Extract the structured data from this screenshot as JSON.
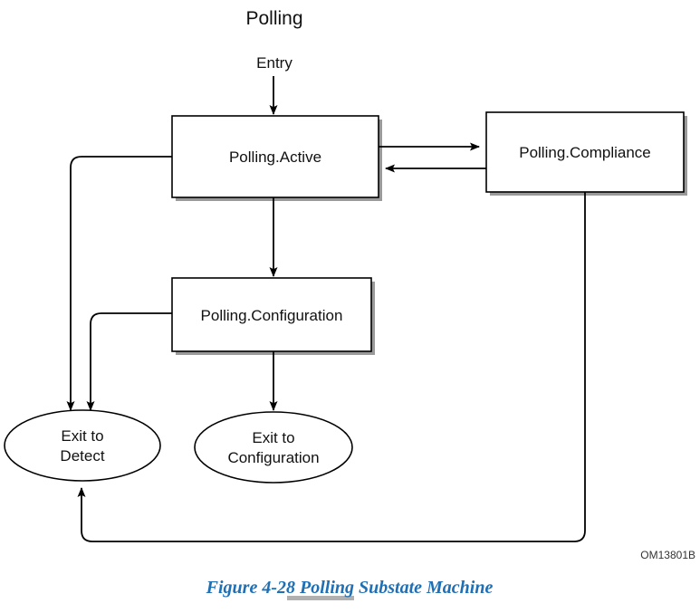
{
  "figure": {
    "title": "Polling",
    "entry_label": "Entry",
    "figure_id": "OM13801B",
    "caption_prefix": "Figure  4-28 ",
    "caption_highlight": "Polling",
    "caption_suffix": " Substate Machine",
    "caption_color": "#1F6FB5",
    "highlight_underline_color": "#b0b0b0"
  },
  "nodes": {
    "active": {
      "label": "Polling.Active"
    },
    "compliance": {
      "label": "Polling.Compliance"
    },
    "configuration": {
      "label": "Polling.Configuration"
    },
    "exit_detect": {
      "label_line1": "Exit to",
      "label_line2": "Detect"
    },
    "exit_configuration": {
      "label_line1": "Exit to",
      "label_line2": "Configuration"
    }
  },
  "edges": [
    {
      "name": "entry-to-active",
      "from": "Entry",
      "to": "Polling.Active"
    },
    {
      "name": "active-to-compliance",
      "from": "Polling.Active",
      "to": "Polling.Compliance"
    },
    {
      "name": "compliance-to-active",
      "from": "Polling.Compliance",
      "to": "Polling.Active"
    },
    {
      "name": "active-to-configuration",
      "from": "Polling.Active",
      "to": "Polling.Configuration"
    },
    {
      "name": "active-to-exit-detect",
      "from": "Polling.Active",
      "to": "Exit to Detect"
    },
    {
      "name": "configuration-to-exit-detect",
      "from": "Polling.Configuration",
      "to": "Exit to Detect"
    },
    {
      "name": "configuration-to-exit-configuration",
      "from": "Polling.Configuration",
      "to": "Exit to Configuration"
    },
    {
      "name": "compliance-to-exit-detect",
      "from": "Polling.Compliance",
      "to": "Exit to Detect"
    }
  ]
}
